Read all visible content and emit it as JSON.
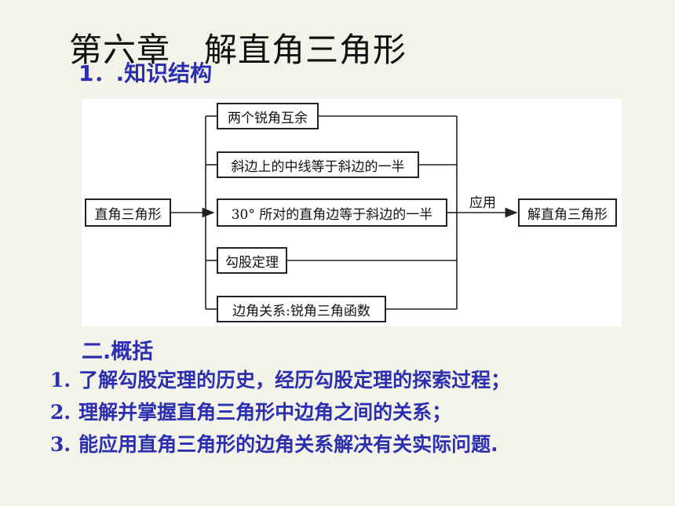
{
  "title": "第六章   解直角三角形",
  "section1": "1．.知识结构",
  "diagram": {
    "source": "直角三角形",
    "branches": [
      "两个锐角互余",
      "斜边上的中线等于斜边的一半",
      "30° 所对的直角边等于斜边的一半",
      "勾股定理",
      "边角关系:锐角三角函数"
    ],
    "edge_label": "应用",
    "target": "解直角三角形"
  },
  "section2": "二.概括",
  "summary": [
    {
      "num": "1.",
      "text": "了解勾股定理的历史，经历勾股定理的探索过程；"
    },
    {
      "num": "2.",
      "text": "理解并掌握直角三角形中边角之间的关系；"
    },
    {
      "num": "3.",
      "text": "能应用直角三角形的边角关系解决有关实际问题."
    }
  ]
}
